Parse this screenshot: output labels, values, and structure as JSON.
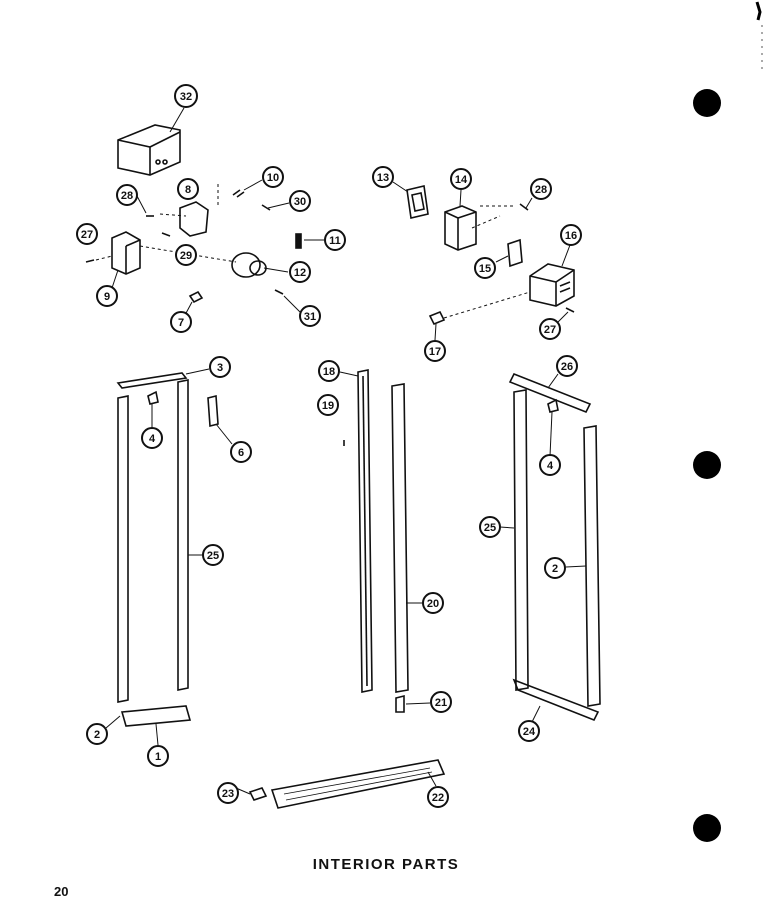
{
  "caption": "INTERIOR PARTS",
  "page_number": "20",
  "callouts": [
    "32",
    "28",
    "8",
    "10",
    "30",
    "29",
    "27",
    "9",
    "7",
    "11",
    "12",
    "31",
    "13",
    "14",
    "28",
    "15",
    "16",
    "17",
    "27",
    "3",
    "4",
    "6",
    "25",
    "2",
    "1",
    "18",
    "19",
    "20",
    "21",
    "22",
    "23",
    "26",
    "4",
    "25",
    "2",
    "24"
  ]
}
